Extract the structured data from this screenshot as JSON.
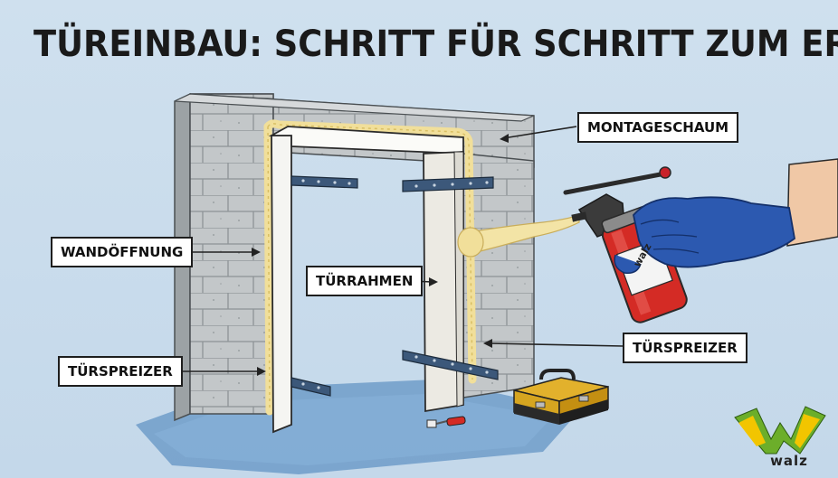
{
  "title": "TÜREINBAU: SCHRITT FÜR SCHRITT ZUM ERFOLG",
  "labels": {
    "montageschaum": "MONTAGESCHAUM",
    "wandoeffnung": "WANDÖFFNUNG",
    "tuerrahmen": "TÜRRAHMEN",
    "tuerspreizer_left": "TÜRSPREIZER",
    "tuerspreizer_right": "TÜRSPREIZER"
  },
  "can_label": "walz",
  "logo": {
    "text": "walz",
    "colors": {
      "yellow": "#f2c500",
      "green": "#6cae2a"
    }
  },
  "colors": {
    "background": "#c9dcec",
    "wall": "#c2c6c8",
    "foam": "#f3e4a6",
    "spreader": "#3c587a",
    "glove": "#2c59b0",
    "can": "#d42b25",
    "toolbox": "#d6a520"
  }
}
